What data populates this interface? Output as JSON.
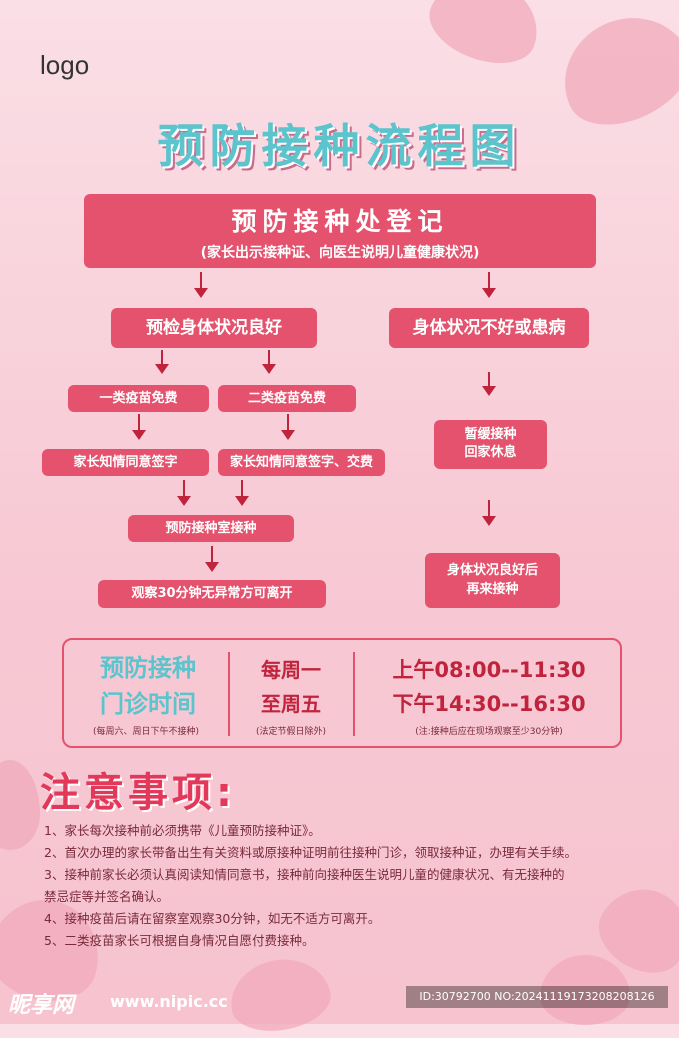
{
  "logo": "logo",
  "title": "预防接种流程图",
  "flow": {
    "registration_title": "预防接种处登记",
    "registration_subtitle": "(家长出示接种证、向医生说明儿童健康状况)",
    "good_health": "预检身体状况良好",
    "bad_health": "身体状况不好或患病",
    "class1": "一类疫苗免费",
    "class2": "二类疫苗免费",
    "consent1": "家长知情同意签字",
    "consent2": "家长知情同意签字、交费",
    "vaccinate": "预防接种室接种",
    "observe": "观察30分钟无异常方可离开",
    "postpone_1": "暂缓接种",
    "postpone_2": "回家休息",
    "return_1": "身体状况良好后",
    "return_2": "再来接种"
  },
  "hours": {
    "label_1": "预防接种",
    "label_2": "门诊时间",
    "label_note": "(每周六、周日下午不接种)",
    "days_1": "每周一",
    "days_2": "至周五",
    "days_note": "(法定节假日除外)",
    "am": "上午08:00--11:30",
    "pm": "下午14:30--16:30",
    "time_note": "(注:接种后应在现场观察至少30分钟)"
  },
  "notice": {
    "title": "注意事项:",
    "items": [
      "1、家长每次接种前必须携带《儿童预防接种证》。",
      "2、首次办理的家长带备出生有关资料或原接种证明前往接种门诊，领取接种证，办理有关手续。",
      "3、接种前家长必须认真阅读知情同意书，接种前向接种医生说明儿童的健康状况、有无接种的",
      "禁忌症等并签名确认。",
      "4、接种疫苗后请在留察室观察30分钟，如无不适方可离开。",
      "5、二类疫苗家长可根据自身情况自愿付费接种。"
    ]
  },
  "watermark": {
    "site": "昵享网",
    "url": "www.nipic.cc",
    "id": "ID:30792700 NO:20241119173208208126"
  },
  "colors": {
    "primary": "#e4526d",
    "arrow": "#c0243d",
    "title": "#5cc4cc"
  }
}
